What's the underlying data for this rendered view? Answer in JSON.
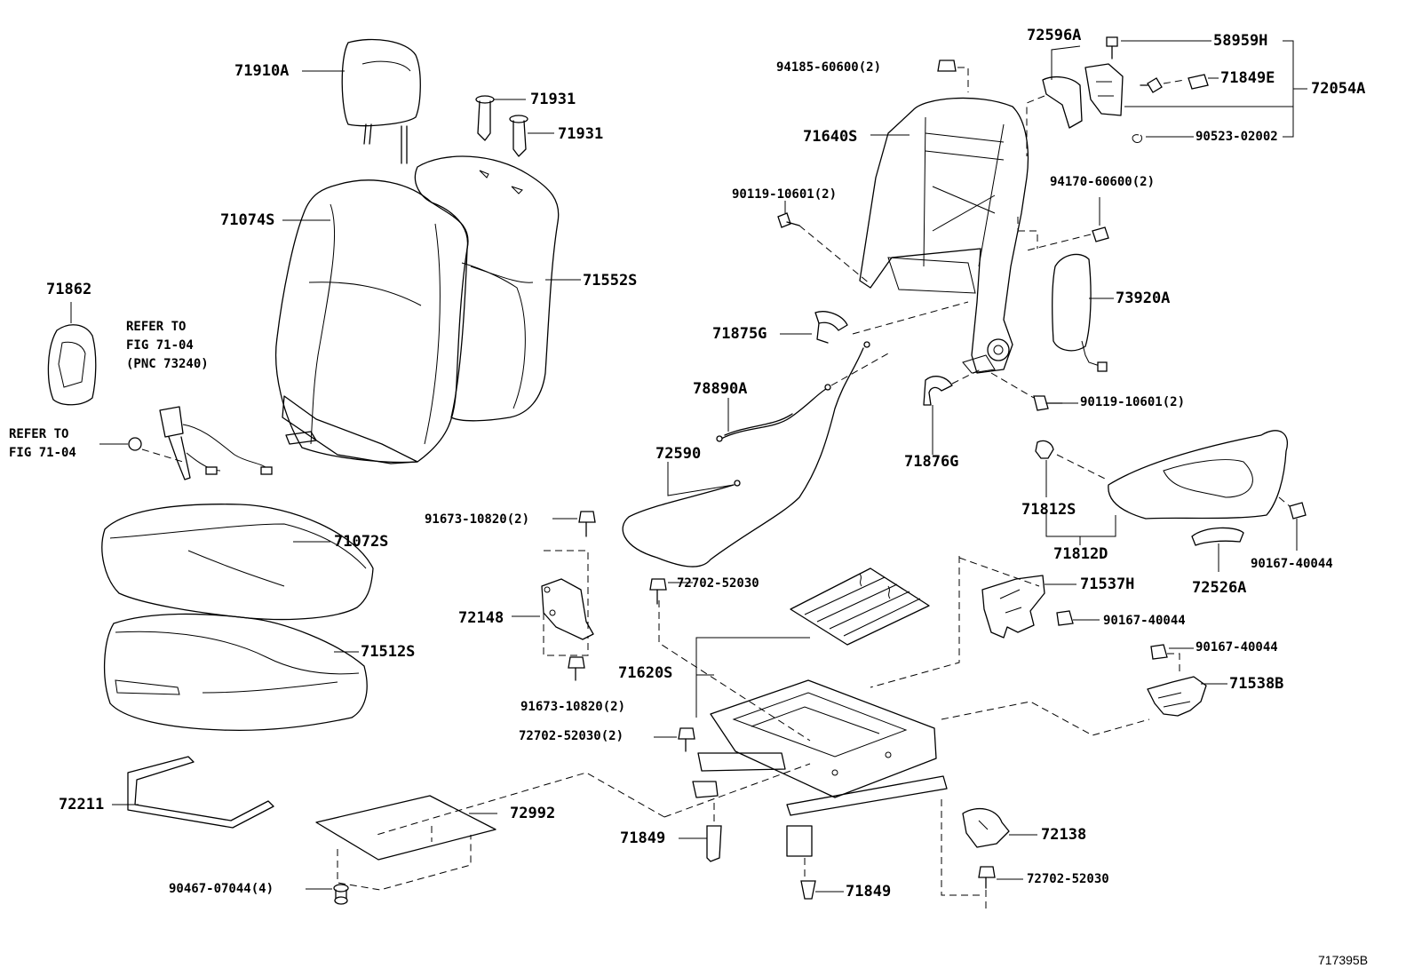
{
  "diagram": {
    "figure_id": "717395B",
    "labels": {
      "l_71910A": "71910A",
      "l_71931a": "71931",
      "l_71931b": "71931",
      "l_71074S": "71074S",
      "l_71552S": "71552S",
      "l_71862": "71862",
      "l_71072S": "71072S",
      "l_71512S": "71512S",
      "l_72211": "72211",
      "l_72992": "72992",
      "l_90467": "90467-07044(4)",
      "l_94185": "94185-60600(2)",
      "l_71640S": "71640S",
      "l_90119a": "90119-10601(2)",
      "l_71875G": "71875G",
      "l_78890A": "78890A",
      "l_72590": "72590",
      "l_91673a": "91673-10820(2)",
      "l_72148": "72148",
      "l_91673b": "91673-10820(2)",
      "l_72702a": "72702-52030",
      "l_71620S": "71620S",
      "l_72702b": "72702-52030(2)",
      "l_71849a": "71849",
      "l_71849b": "71849",
      "l_72596A": "72596A",
      "l_58959H": "58959H",
      "l_71849E": "71849E",
      "l_72054A": "72054A",
      "l_90523": "90523-02002",
      "l_94170": "94170-60600(2)",
      "l_73920A": "73920A",
      "l_90119b": "90119-10601(2)",
      "l_71876G": "71876G",
      "l_71812S": "71812S",
      "l_71812D": "71812D",
      "l_90167a": "90167-40044",
      "l_72526A": "72526A",
      "l_71537H": "71537H",
      "l_90167b": "90167-40044",
      "l_90167c": "90167-40044",
      "l_71538B": "71538B",
      "l_72138": "72138",
      "l_72702c": "72702-52030"
    },
    "notes": {
      "refer_top_1": "REFER TO",
      "refer_top_2": "FIG 71-04",
      "refer_top_3": "(PNC 73240)",
      "refer_left_1": "REFER TO",
      "refer_left_2": "FIG 71-04"
    }
  }
}
